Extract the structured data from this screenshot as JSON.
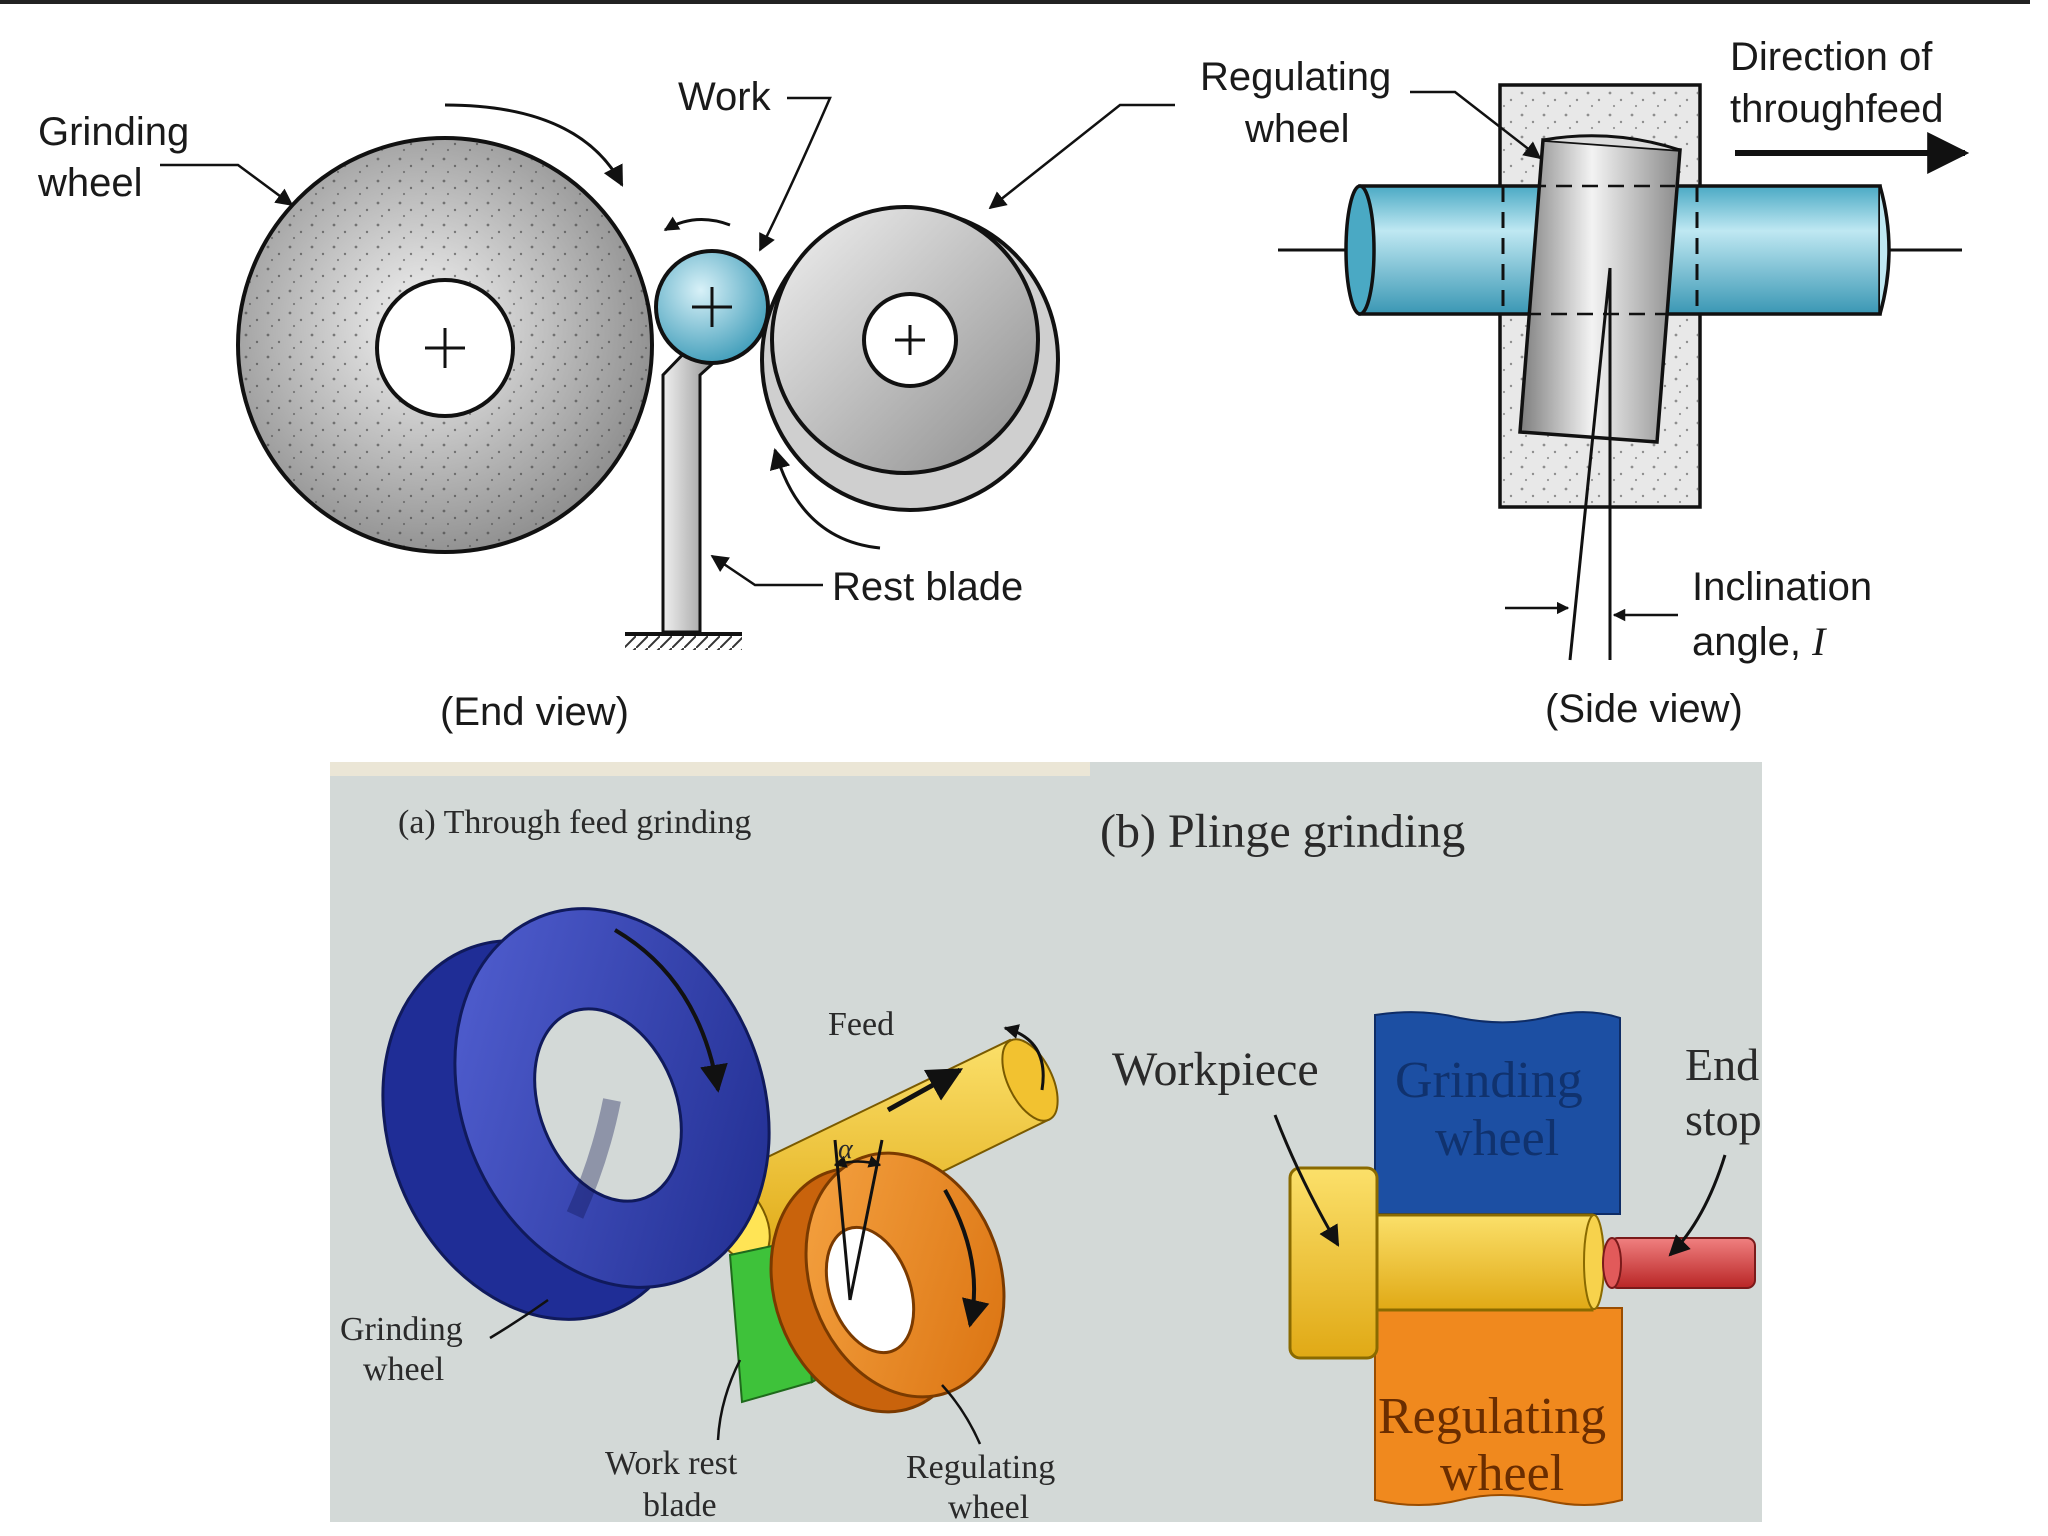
{
  "top": {
    "end_view": {
      "grinding_wheel": [
        "Grinding",
        "wheel"
      ],
      "work": "Work",
      "rest_blade": "Rest blade",
      "caption": "(End view)"
    },
    "side_view": {
      "regulating_wheel": [
        "Regulating",
        "wheel"
      ],
      "direction": [
        "Direction of",
        "throughfeed"
      ],
      "inclination": [
        "Inclination",
        "angle, "
      ],
      "inclination_symbol": "I",
      "caption": "(Side view)"
    }
  },
  "bottom": {
    "a": {
      "title": "(a) Through feed grinding",
      "feed": "Feed",
      "alpha": "α",
      "grinding_wheel": [
        "Grinding",
        "wheel"
      ],
      "work_rest_blade": [
        "Work rest",
        "blade"
      ],
      "regulating_wheel": [
        "Regulating",
        "wheel"
      ]
    },
    "b": {
      "title": "(b) Plinge grinding",
      "workpiece": "Workpiece",
      "grinding_wheel": [
        "Grinding",
        "wheel"
      ],
      "regulating_wheel": [
        "Regulating",
        "wheel"
      ],
      "end_stop": [
        "End",
        "stop"
      ]
    }
  },
  "colors": {
    "tube": "#5bbdd6",
    "blue_wheel": "#2f3fb3",
    "orange_wheel": "#f0891e",
    "yellow_work": "#f2c230",
    "green_rest": "#3ec23a",
    "red_stop": "#d33a3a",
    "panel_bg": "#d3d9d7"
  }
}
